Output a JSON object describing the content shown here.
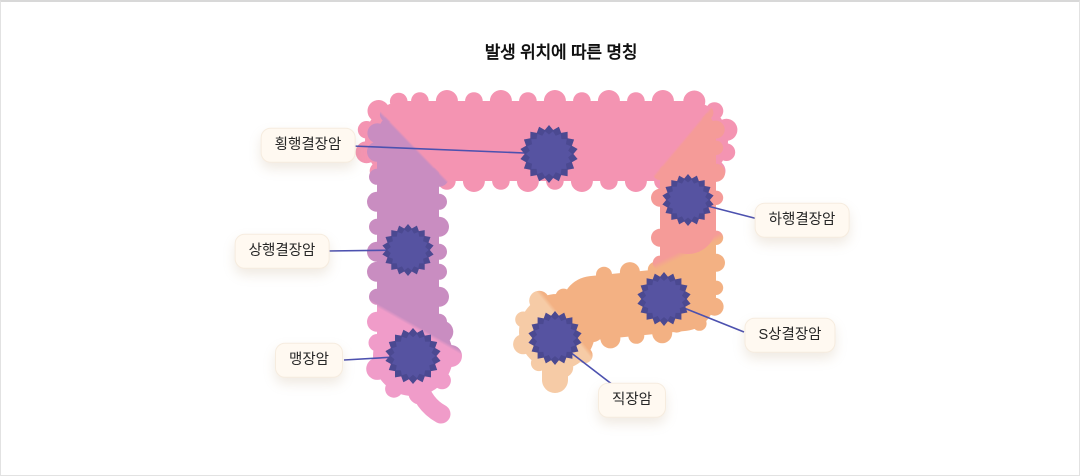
{
  "title": "발생 위치에 따른 명칭",
  "labels": [
    {
      "id": "transverse-colon-cancer",
      "text": "횡행결장암"
    },
    {
      "id": "ascending-colon-cancer",
      "text": "상행결장암"
    },
    {
      "id": "cecum-cancer",
      "text": "맹장암"
    },
    {
      "id": "descending-colon-cancer",
      "text": "하행결장암"
    },
    {
      "id": "sigmoid-colon-cancer",
      "text": "S상결장암"
    },
    {
      "id": "rectum-cancer",
      "text": "직장암"
    }
  ],
  "colors": {
    "transverse": "#F494B2",
    "ascending": "#C98DC1",
    "cecum": "#F09CC9",
    "descending": "#F59B98",
    "sigmoid": "#F3B183",
    "rectum": "#F6CBA6",
    "tumor_outer": "#4B4991",
    "tumor_inner": "#5653A1",
    "connector": "#4C51AF",
    "label_bg": "#FFF9F1",
    "label_text": "#262626",
    "title_text": "#111111"
  }
}
